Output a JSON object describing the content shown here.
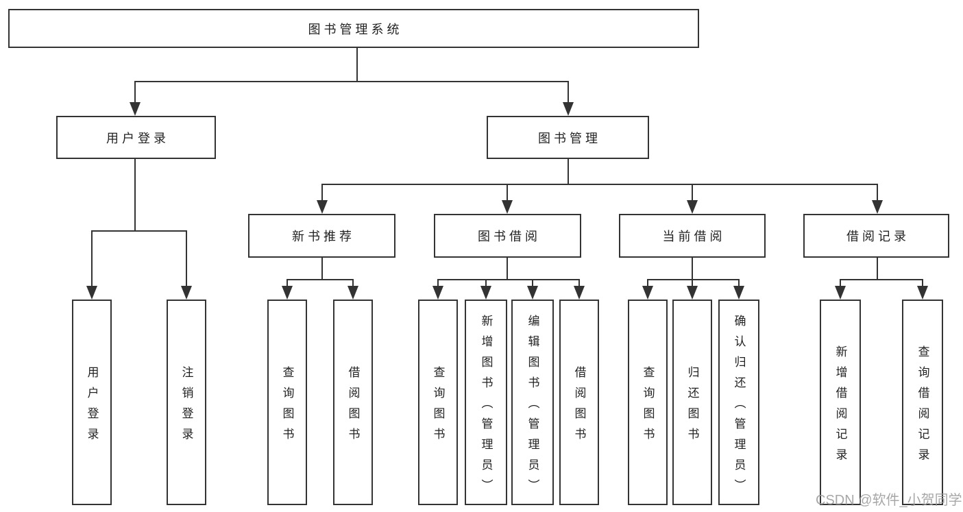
{
  "diagram": {
    "root": {
      "label": "图书管理系统"
    },
    "branches": [
      {
        "label": "用户登录",
        "children": [
          {
            "label": "用户登录"
          },
          {
            "label": "注销登录"
          }
        ]
      },
      {
        "label": "图书管理",
        "children": [
          {
            "label": "新书推荐",
            "children": [
              {
                "label": "查询图书"
              },
              {
                "label": "借阅图书"
              }
            ]
          },
          {
            "label": "图书借阅",
            "children": [
              {
                "label": "查询图书"
              },
              {
                "label": "新增图书（管理员）"
              },
              {
                "label": "编辑图书（管理员）"
              },
              {
                "label": "借阅图书"
              }
            ]
          },
          {
            "label": "当前借阅",
            "children": [
              {
                "label": "查询图书"
              },
              {
                "label": "归还图书"
              },
              {
                "label": "确认归还（管理员）"
              }
            ]
          },
          {
            "label": "借阅记录",
            "children": [
              {
                "label": "新增借阅记录"
              },
              {
                "label": "查询借阅记录"
              }
            ]
          }
        ]
      }
    ]
  },
  "watermark": "CSDN @软件_小贺同学",
  "colors": {
    "line": "#333333",
    "text": "#222222",
    "watermark": "#9e9e9e",
    "background": "#ffffff"
  }
}
